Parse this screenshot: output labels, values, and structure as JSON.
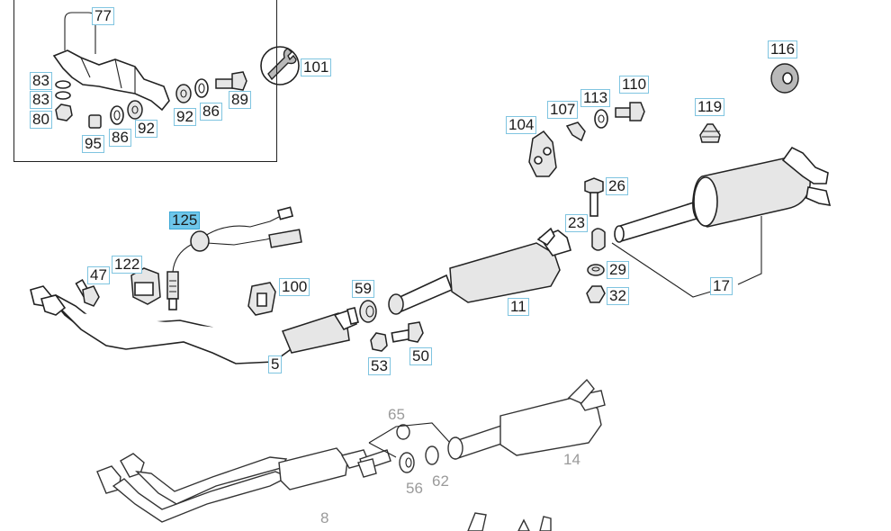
{
  "diagram": {
    "callouts": [
      {
        "id": "c77",
        "label": "77"
      },
      {
        "id": "c83a",
        "label": "83"
      },
      {
        "id": "c83b",
        "label": "83"
      },
      {
        "id": "c80",
        "label": "80"
      },
      {
        "id": "c95",
        "label": "95"
      },
      {
        "id": "c86a",
        "label": "86"
      },
      {
        "id": "c92a",
        "label": "92"
      },
      {
        "id": "c92b",
        "label": "92"
      },
      {
        "id": "c86b",
        "label": "86"
      },
      {
        "id": "c89",
        "label": "89"
      },
      {
        "id": "c101",
        "label": "101"
      },
      {
        "id": "c116",
        "label": "116"
      },
      {
        "id": "c110",
        "label": "110"
      },
      {
        "id": "c113",
        "label": "113"
      },
      {
        "id": "c107",
        "label": "107"
      },
      {
        "id": "c104",
        "label": "104"
      },
      {
        "id": "c119",
        "label": "119"
      },
      {
        "id": "c26",
        "label": "26"
      },
      {
        "id": "c23",
        "label": "23"
      },
      {
        "id": "c29",
        "label": "29"
      },
      {
        "id": "c32",
        "label": "32"
      },
      {
        "id": "c17",
        "label": "17"
      },
      {
        "id": "c125",
        "label": "125",
        "selected": true
      },
      {
        "id": "c122",
        "label": "122"
      },
      {
        "id": "c47",
        "label": "47"
      },
      {
        "id": "c100",
        "label": "100"
      },
      {
        "id": "c59",
        "label": "59"
      },
      {
        "id": "c11",
        "label": "11"
      },
      {
        "id": "c5",
        "label": "5"
      },
      {
        "id": "c53",
        "label": "53"
      },
      {
        "id": "c50",
        "label": "50"
      },
      {
        "id": "c65",
        "label": "65"
      },
      {
        "id": "c56",
        "label": "56"
      },
      {
        "id": "c62",
        "label": "62"
      },
      {
        "id": "c14",
        "label": "14"
      },
      {
        "id": "c8",
        "label": "8"
      }
    ]
  },
  "colors": {
    "callout_border": "#7fc4e0",
    "selected_fill": "#6ec6ea",
    "line": "#222222",
    "grey_label": "#9a9a9a"
  }
}
